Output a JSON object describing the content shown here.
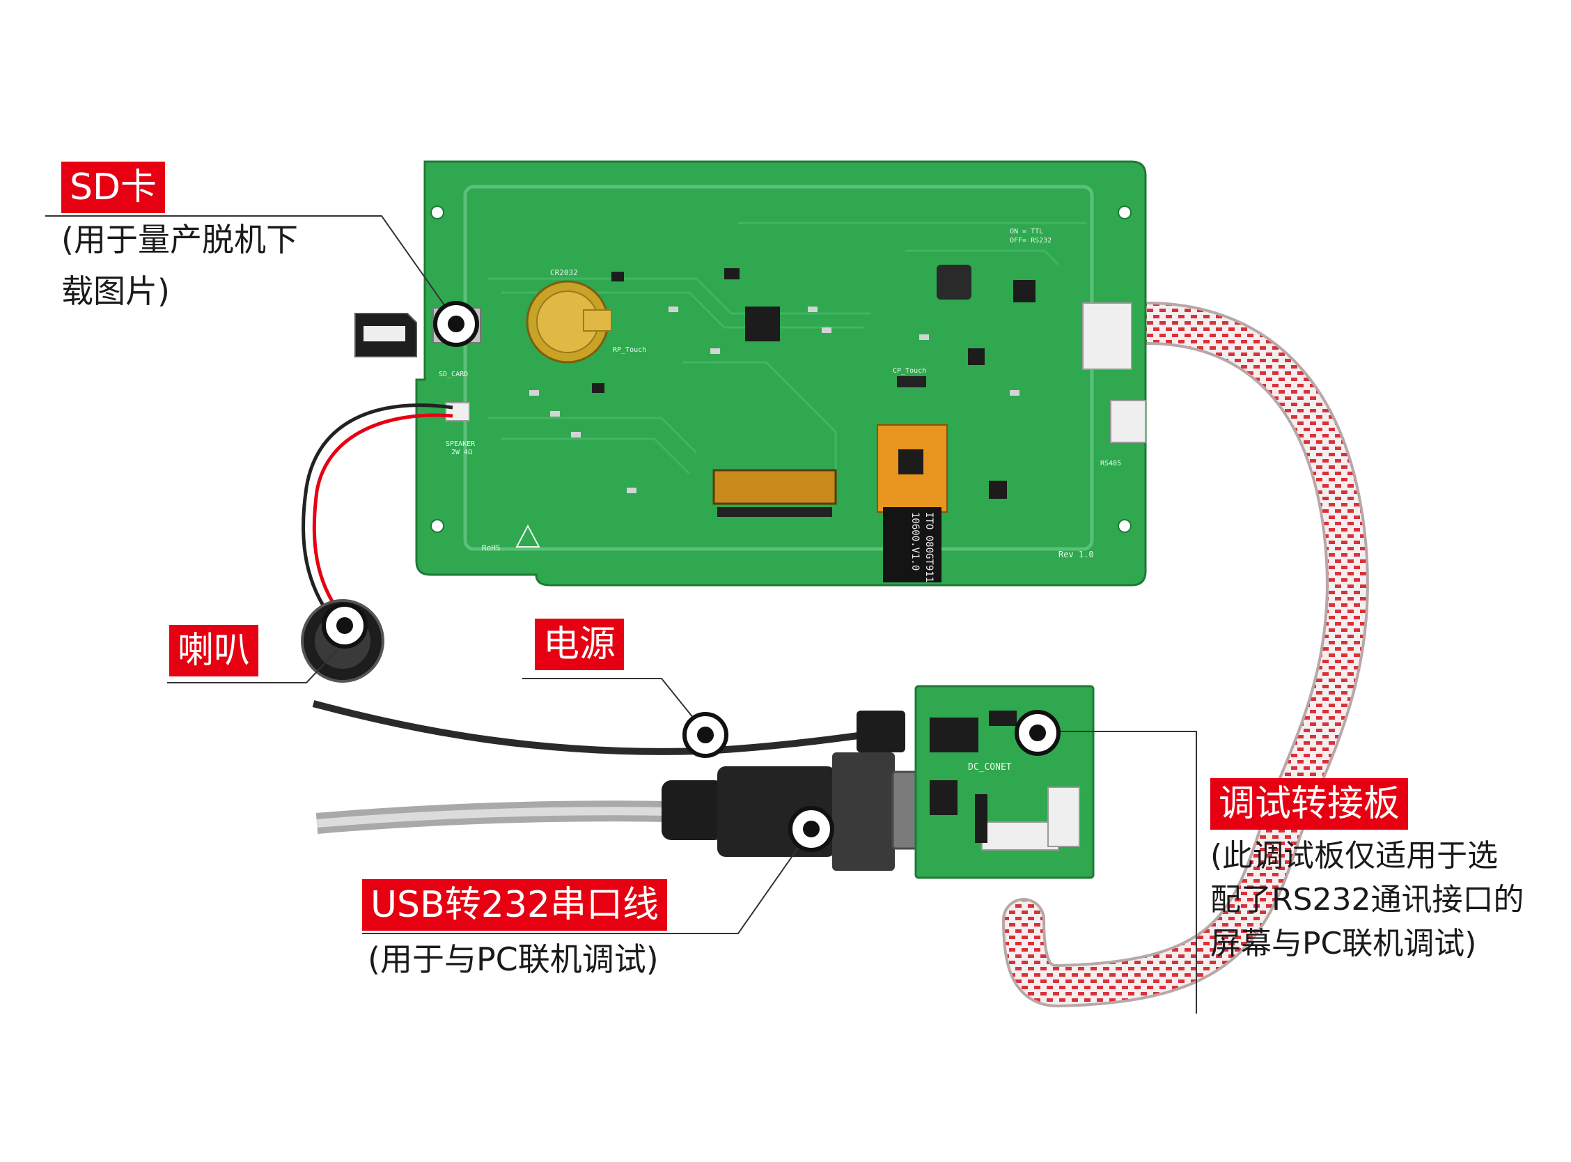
{
  "labels": {
    "sd": {
      "title": "SD卡",
      "lines": [
        "(用于量产脱机下",
        "载图片)"
      ]
    },
    "speaker": {
      "title": "喇叭"
    },
    "power": {
      "title": "电源"
    },
    "usb": {
      "title": "USB转232串口线",
      "lines": [
        "(用于与PC联机调试)"
      ]
    },
    "debug": {
      "title": "调试转接板",
      "lines": [
        "(此调试板仅适用于选",
        "配了RS232通讯接口的",
        "屏幕与PC联机调试)"
      ]
    }
  },
  "pcb_silkscreen": {
    "battery": "CR2032",
    "sd_slot": "SD_CARD",
    "speaker_conn": "SPEAKER",
    "speaker_spec": "2W 4Ω",
    "touch": "RP_Touch",
    "cp_touch": "CP_Touch",
    "rs485": "RS485",
    "ttl_on": "ON = TTL",
    "rs232_off": "OFF= RS232",
    "rohs": "RoHS",
    "rev": "Rev 1.0",
    "flex_line1": "ITO 080GT911",
    "flex_line2": "10600.V1.0",
    "debug_board": "DC_CONET"
  },
  "colors": {
    "accent_red": "#e60012",
    "pcb_green": "#2fa84f",
    "ribbon_red": "#d9313a"
  }
}
